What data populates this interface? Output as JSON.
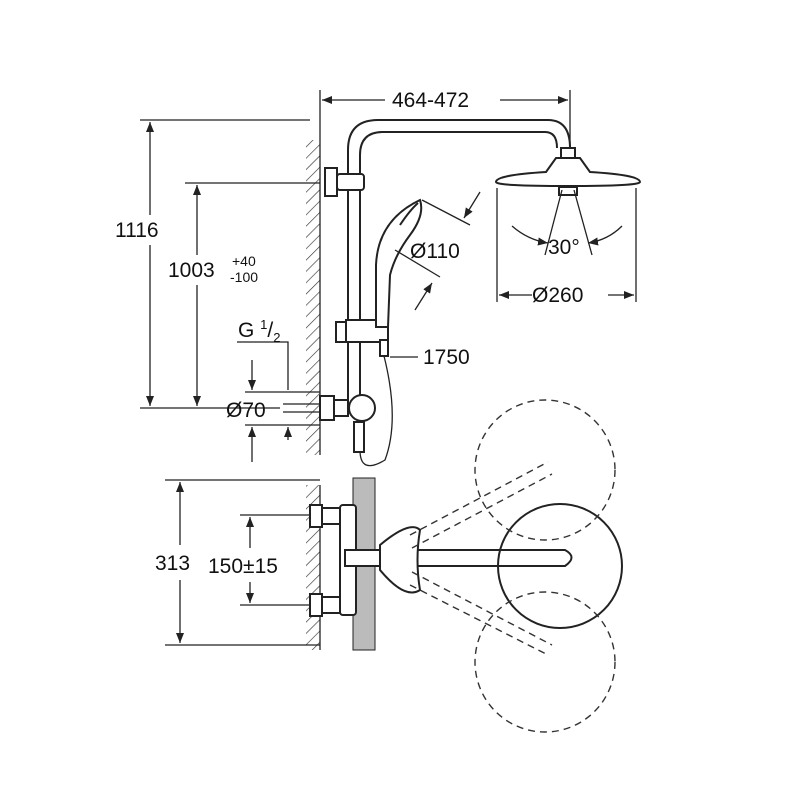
{
  "dimensions": {
    "arm_length": "464-472",
    "total_height": "1116",
    "outlet_height": "1003",
    "outlet_tol_plus": "+40",
    "outlet_tol_minus": "-100",
    "thread_prefix": "G ",
    "thread_num": "1",
    "thread_slash": "/",
    "thread_den": "2",
    "flange": "Ø70",
    "handshower_diameter": "Ø110",
    "hose_length": "1750",
    "headshower_diameter": "Ø260",
    "swivel_angle": "30",
    "swivel_unit": "°",
    "mixer_height": "313",
    "centres": "150±15"
  }
}
